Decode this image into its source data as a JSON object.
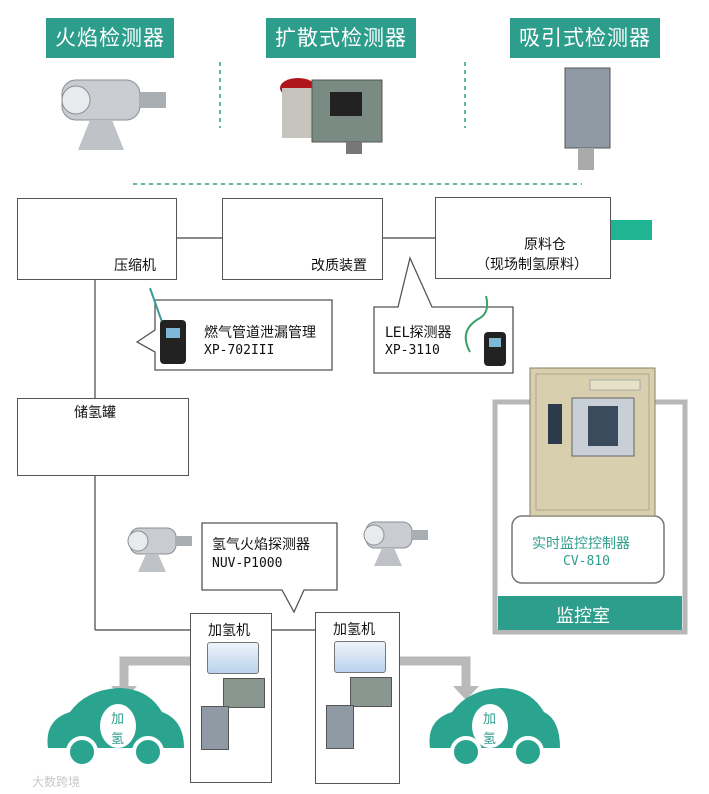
{
  "headers": {
    "flame": "火焰检测器",
    "diffusion": "扩散式检测器",
    "suction": "吸引式检测器"
  },
  "stations": {
    "compressor": "压缩机",
    "reformer": "改质装置",
    "raw_line1": "原料仓",
    "raw_line2": "（现场制氢原料）",
    "tank": "储氢罐",
    "dispenser_left": "加氢机",
    "dispenser_right": "加氢机"
  },
  "callouts": {
    "pipe_name": "燃气管道泄漏管理",
    "pipe_model": "XP-702III",
    "lel_name": "LEL探测器",
    "lel_model": "XP-3110",
    "flame_name": "氢气火焰探测器",
    "flame_model": "NUV-P1000"
  },
  "control": {
    "name": "实时监控控制器",
    "model": "CV-810",
    "room": "监控室"
  },
  "cars": {
    "left_line1": "加",
    "left_line2": "氢",
    "right_line1": "加",
    "right_line2": "氢"
  },
  "watermark": "大数跨境",
  "colors": {
    "teal": "#2e9e8c",
    "arrow": "#1fb592",
    "gray_frame": "#b7b7b7"
  }
}
